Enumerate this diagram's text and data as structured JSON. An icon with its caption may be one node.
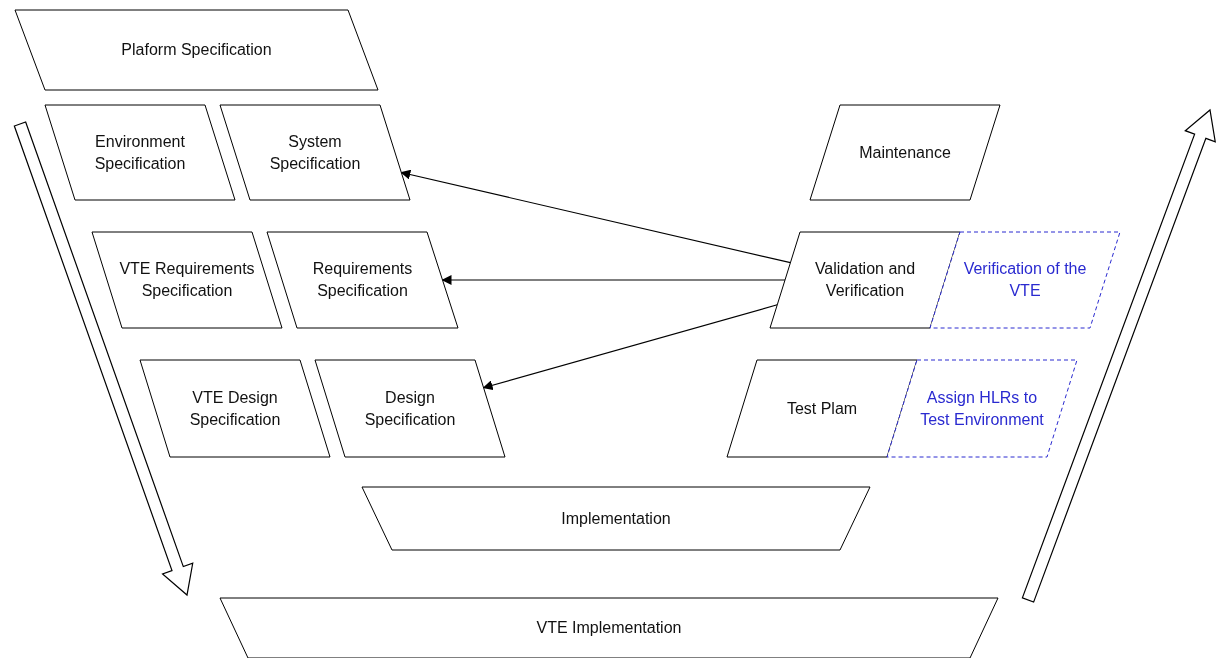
{
  "diagram": {
    "nodes": [
      {
        "text": [
          "Plaform Specification"
        ]
      },
      {
        "text": [
          "Environment Specification"
        ]
      },
      {
        "text": [
          "System Specification"
        ]
      },
      {
        "text": [
          "Maintenance"
        ]
      },
      {
        "text": [
          "VTE Requirements Specification"
        ]
      },
      {
        "text": [
          "Requirements Specification"
        ]
      },
      {
        "text": [
          "Validation and Verification"
        ]
      },
      {
        "text": [
          "Verification of the VTE"
        ]
      },
      {
        "text": [
          "VTE Design Specification"
        ]
      },
      {
        "text": [
          "Design Specification"
        ]
      },
      {
        "text": [
          "Test Plam"
        ]
      },
      {
        "text": [
          "Assign HLRs to Test Environment"
        ]
      },
      {
        "text": [
          "Implementation"
        ]
      },
      {
        "text": [
          "VTE Implementation"
        ]
      }
    ],
    "edges": [
      {
        "from": 6,
        "to": 2,
        "arrow": "to"
      },
      {
        "from": 6,
        "to": 5,
        "arrow": "to"
      },
      {
        "from": 6,
        "to": 9,
        "arrow": "to"
      }
    ]
  }
}
